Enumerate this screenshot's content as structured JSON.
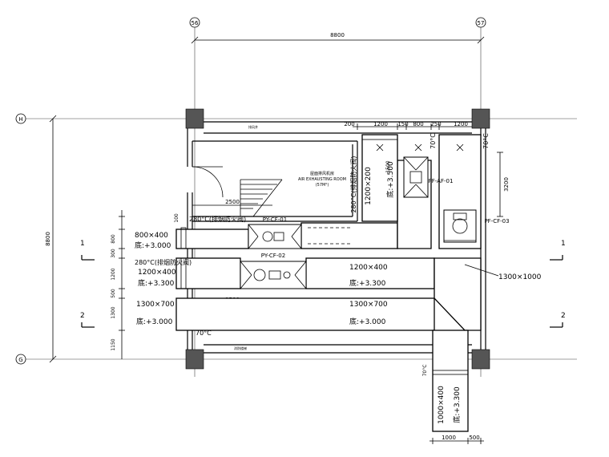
{
  "grid": {
    "col_left": "56",
    "col_right": "57",
    "row_top": "H",
    "row_bottom": "G"
  },
  "dims": {
    "top_span": "8800",
    "left_span": "8800",
    "top_segments": [
      "200",
      "1200",
      "150",
      "800",
      "250",
      "1200"
    ],
    "room_width": "2500",
    "lower_width": "2500",
    "left_segments": [
      "100",
      "800",
      "300",
      "1200",
      "500",
      "1300",
      "1150"
    ],
    "right_vertical": "3200",
    "riser_1500": "1500",
    "bottom_segments": [
      "1000",
      "500"
    ]
  },
  "room": {
    "name_cn": "屋面排风机房",
    "name_en": "AIR EXHAUSTING ROOM",
    "area": "(57M²)",
    "top_label": "排风井",
    "bottom_label": "消防楼梯"
  },
  "ducts": {
    "d1_size": "800×400",
    "d1_elev": "底:+3.000",
    "d2_size": "1200×400",
    "d2_elev": "底:+3.300",
    "d3_size": "1300×700",
    "d3_elev": "底:+3.000",
    "main_size": "1200×400",
    "main_elev": "底:+3.300",
    "lower_size": "1300×700",
    "lower_elev": "底:+3.000",
    "riser_size": "1200×200",
    "riser_elev": "底:+3.500",
    "right_size": "1300×1000",
    "bottom_size": "1000×400",
    "bottom_elev": "底:+3.300"
  },
  "dampers": {
    "fd280_a": "280°C(排烟防火阀)",
    "fd280_b": "280°C(排烟防火阀)",
    "fd280_c": "280°C(排烟防火阀)",
    "fd70_top": "70°C",
    "fd70_right": "70°C",
    "fd70_bottom": "70°C",
    "fd70_left": "70°C"
  },
  "fans": {
    "f1": "PY-CF-01",
    "f2": "PY-CF-02",
    "f3": "PF-AF-01",
    "f4": "PF-CF-03"
  },
  "sections": {
    "s1_left": "1",
    "s1_right": "1",
    "s2_left": "2",
    "s2_right": "2"
  }
}
